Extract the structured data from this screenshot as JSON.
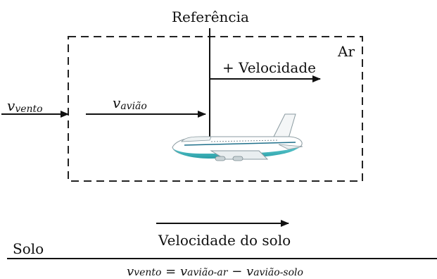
{
  "diagram": {
    "reference_label": "Referência",
    "air_label": "Ar",
    "positive_velocity_label": "+ Velocidade",
    "wind_var": "v",
    "wind_sub": "vento",
    "plane_var": "v",
    "plane_sub": "avião",
    "ground_label": "Solo",
    "ground_velocity_label": "Velocidade do solo",
    "equation": {
      "lhs_var": "v",
      "lhs_sub": "vento",
      "equals": "=",
      "term1_var": "v",
      "term1_sub": "avião-ar",
      "minus": "−",
      "term2_var": "v",
      "term2_sub": "avião-solo"
    }
  },
  "colors": {
    "line": "#111111",
    "dash": "#222222",
    "fuselage_top": "#ffffff",
    "fuselage_belly": "#3bb3b8",
    "stripe": "#1e6f8a"
  },
  "icons": {
    "airplane": "airplane-icon"
  }
}
